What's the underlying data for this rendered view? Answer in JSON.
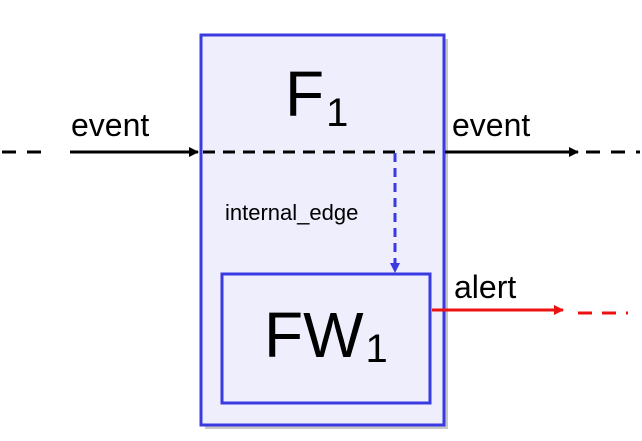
{
  "diagram": {
    "outer_node": {
      "label": "F",
      "subscript": "1"
    },
    "inner_node": {
      "label": "FW",
      "subscript": "1"
    },
    "edges": {
      "input_label": "event",
      "output_label": "event",
      "internal_label": "internal_edge",
      "alert_label": "alert"
    }
  },
  "colors": {
    "node_fill": "#eeeefc",
    "node_border": "#3a3ae0",
    "internal_edge": "#3a3ae0",
    "event_edge": "#000000",
    "alert_edge": "#ee1111",
    "shadow": "#c8c8c8"
  }
}
